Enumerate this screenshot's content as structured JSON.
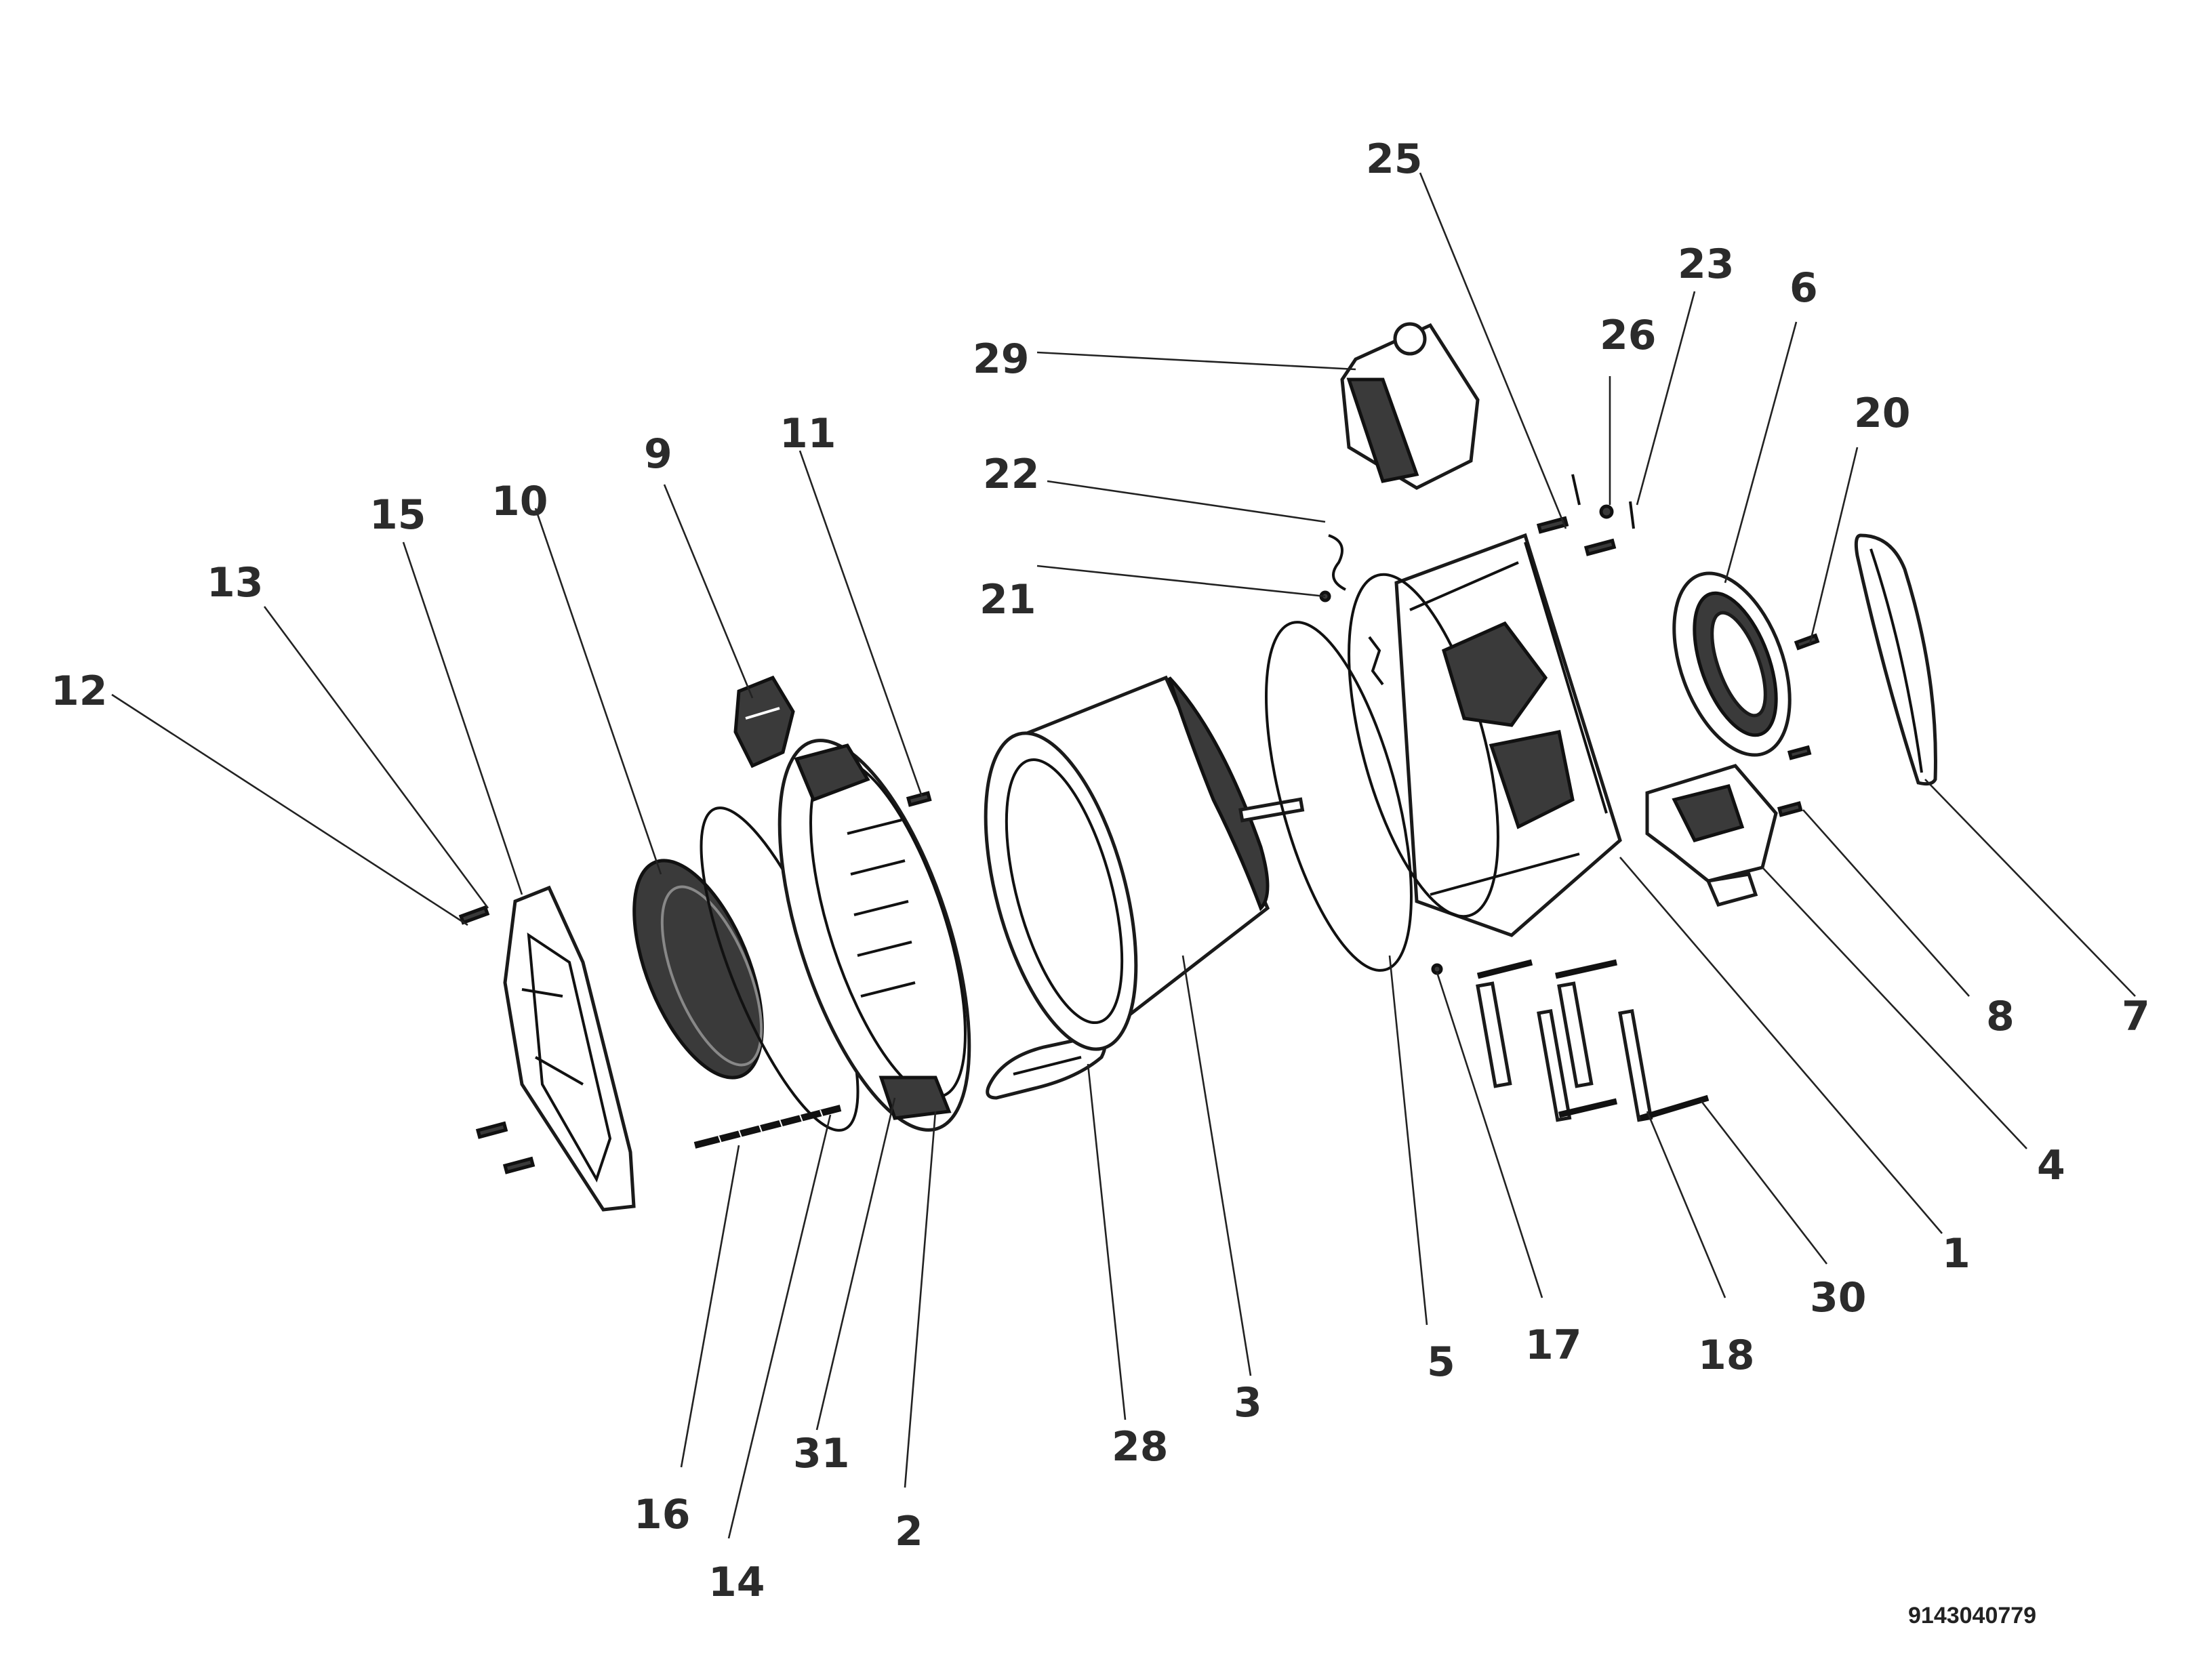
{
  "callouts": {
    "c1": "1",
    "c2": "2",
    "c3": "3",
    "c4": "4",
    "c5": "5",
    "c6": "6",
    "c7": "7",
    "c8": "8",
    "c9": "9",
    "c10": "10",
    "c11": "11",
    "c12": "12",
    "c13": "13",
    "c14": "14",
    "c15": "15",
    "c16": "16",
    "c17": "17",
    "c18": "18",
    "c20": "20",
    "c21": "21",
    "c22": "22",
    "c23": "23",
    "c25": "25",
    "c26": "26",
    "c28": "28",
    "c29": "29",
    "c30": "30",
    "c31": "31"
  },
  "document_id": "9143040779"
}
